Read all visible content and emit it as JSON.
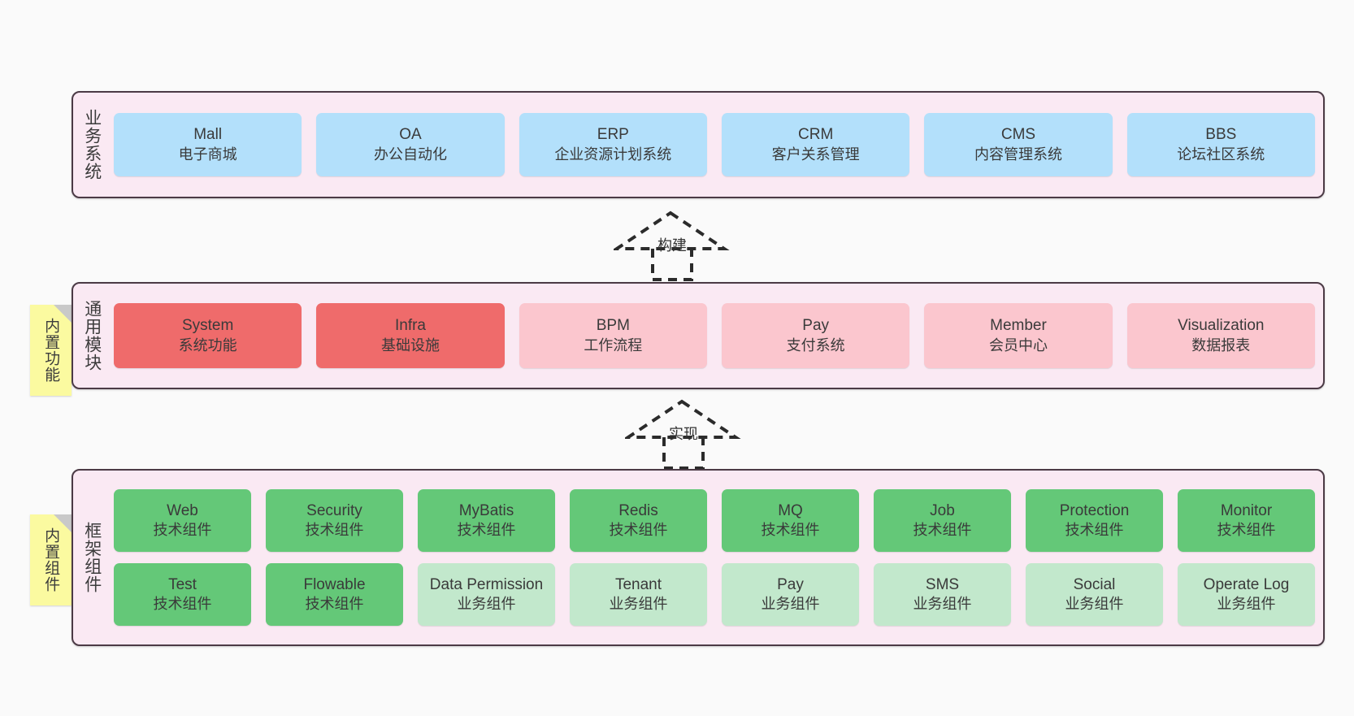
{
  "layers": [
    {
      "key": "business",
      "label": "业务系统",
      "cards": [
        {
          "en": "Mall",
          "cn": "电子商城",
          "color": "#b3e0fb"
        },
        {
          "en": "OA",
          "cn": "办公自动化",
          "color": "#b3e0fb"
        },
        {
          "en": "ERP",
          "cn": "企业资源计划系统",
          "color": "#b3e0fb"
        },
        {
          "en": "CRM",
          "cn": "客户关系管理",
          "color": "#b3e0fb"
        },
        {
          "en": "CMS",
          "cn": "内容管理系统",
          "color": "#b3e0fb"
        },
        {
          "en": "BBS",
          "cn": "论坛社区系统",
          "color": "#b3e0fb"
        }
      ]
    },
    {
      "key": "common",
      "label": "通用模块",
      "note": "内置功能",
      "cards": [
        {
          "en": "System",
          "cn": "系统功能",
          "color": "#ef6b6b"
        },
        {
          "en": "Infra",
          "cn": "基础设施",
          "color": "#ef6b6b"
        },
        {
          "en": "BPM",
          "cn": "工作流程",
          "color": "#fbc6ce"
        },
        {
          "en": "Pay",
          "cn": "支付系统",
          "color": "#fbc6ce"
        },
        {
          "en": "Member",
          "cn": "会员中心",
          "color": "#fbc6ce"
        },
        {
          "en": "Visualization",
          "cn": "数据报表",
          "color": "#fbc6ce"
        }
      ]
    },
    {
      "key": "framework",
      "label": "框架组件",
      "note": "内置组件",
      "row1": [
        {
          "en": "Web",
          "cn": "技术组件",
          "color": "#64c878"
        },
        {
          "en": "Security",
          "cn": "技术组件",
          "color": "#64c878"
        },
        {
          "en": "MyBatis",
          "cn": "技术组件",
          "color": "#64c878"
        },
        {
          "en": "Redis",
          "cn": "技术组件",
          "color": "#64c878"
        },
        {
          "en": "MQ",
          "cn": "技术组件",
          "color": "#64c878"
        },
        {
          "en": "Job",
          "cn": "技术组件",
          "color": "#64c878"
        },
        {
          "en": "Protection",
          "cn": "技术组件",
          "color": "#64c878"
        },
        {
          "en": "Monitor",
          "cn": "技术组件",
          "color": "#64c878"
        }
      ],
      "row2": [
        {
          "en": "Test",
          "cn": "技术组件",
          "color": "#64c878"
        },
        {
          "en": "Flowable",
          "cn": "技术组件",
          "color": "#64c878"
        },
        {
          "en": "Data Permission",
          "cn": "业务组件",
          "color": "#c2e8cc"
        },
        {
          "en": "Tenant",
          "cn": "业务组件",
          "color": "#c2e8cc"
        },
        {
          "en": "Pay",
          "cn": "业务组件",
          "color": "#c2e8cc"
        },
        {
          "en": "SMS",
          "cn": "业务组件",
          "color": "#c2e8cc"
        },
        {
          "en": "Social",
          "cn": "业务组件",
          "color": "#c2e8cc"
        },
        {
          "en": "Operate Log",
          "cn": "业务组件",
          "color": "#c2e8cc"
        }
      ]
    }
  ],
  "connectors": [
    {
      "key": "build",
      "label": "构建"
    },
    {
      "key": "implement",
      "label": "实现"
    }
  ],
  "colors": {
    "panel_bg": "#fae9f3",
    "panel_border": "#4b3a45",
    "note_bg": "#fbfaa0",
    "note_fold": "#c9c9c9",
    "canvas_bg": "#fafafa"
  }
}
